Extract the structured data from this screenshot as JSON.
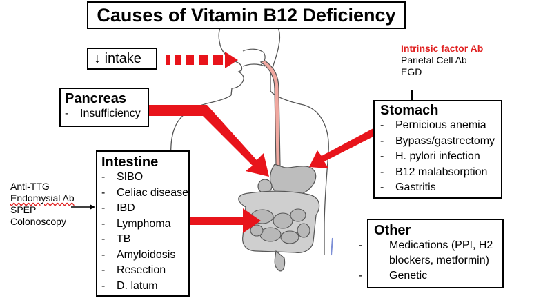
{
  "title": "Causes of Vitamin B12 Deficiency",
  "intake": {
    "arrow": "↓",
    "label": "intake"
  },
  "pancreas": {
    "title": "Pancreas",
    "items": [
      "Insufficiency"
    ]
  },
  "intestine": {
    "title": "Intestine",
    "items": [
      "SIBO",
      "Celiac disease",
      "IBD",
      "Lymphoma",
      "TB",
      "Amyloidosis",
      "Resection",
      "D. latum"
    ]
  },
  "intestine_tests": [
    "Anti-TTG",
    "Endomysial Ab",
    "SPEP",
    "Colonoscopy"
  ],
  "stomach_tests": [
    "Intrinsic factor Ab",
    "Parietal Cell Ab",
    "EGD"
  ],
  "stomach": {
    "title": "Stomach",
    "items": [
      "Pernicious anemia",
      "Bypass/gastrectomy",
      "H. pylori infection",
      "B12 malabsorption",
      "Gastritis"
    ]
  },
  "other": {
    "title": "Other",
    "items": [
      "Medications (PPI, H2 blockers, metformin)",
      "Genetic"
    ]
  },
  "colors": {
    "arrow_red": "#e8141b",
    "highlight_red": "#e02020",
    "esophagus": "#f0a8a0",
    "organ_gray": "#bdbdbd"
  }
}
